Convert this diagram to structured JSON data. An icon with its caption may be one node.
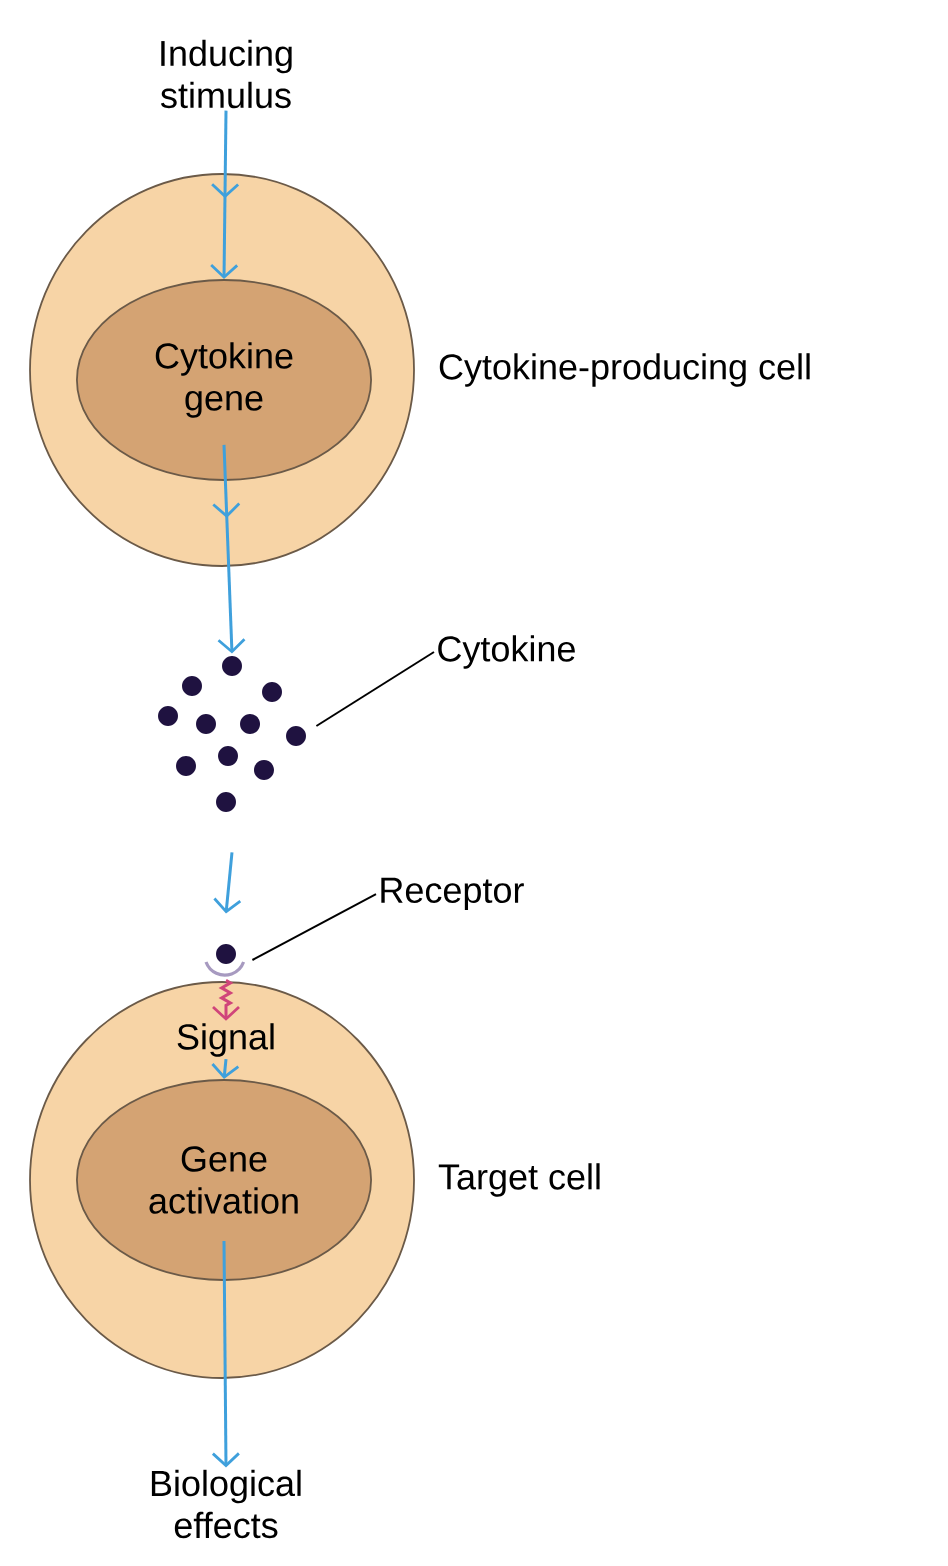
{
  "diagram": {
    "nodes": [
      {
        "text": [
          "Inducing stimulus"
        ]
      },
      {
        "text": [
          "Cytokine-producing cell"
        ]
      },
      {
        "text": [
          "Cytokine gene"
        ],
        "in": 1
      },
      {
        "text": [
          "Cytokine"
        ]
      },
      {
        "text": [],
        "shape": "dots"
      },
      {
        "text": [
          "Receptor"
        ]
      },
      {
        "text": [],
        "shape": "receptor"
      },
      {
        "text": [
          "Target cell"
        ]
      },
      {
        "text": [
          "Signal"
        ],
        "in": 7
      },
      {
        "text": [
          "Gene activation"
        ],
        "in": 7
      },
      {
        "text": [
          "Biological effects"
        ]
      }
    ],
    "edges": [
      {
        "from": 0,
        "to": 2,
        "arrow": "to"
      },
      {
        "from": 2,
        "to": 4,
        "arrow": "to"
      },
      {
        "from": 4,
        "to": 6,
        "arrow": "to"
      },
      {
        "from": 6,
        "to": 8,
        "arrow": "to",
        "color": "#d0457a"
      },
      {
        "from": 8,
        "to": 9,
        "arrow": "to"
      },
      {
        "from": 9,
        "to": 10,
        "arrow": "to"
      },
      {
        "from": 3,
        "to": 4,
        "arrow": "none",
        "color": "#000000"
      },
      {
        "from": 5,
        "to": 6,
        "arrow": "none",
        "color": "#000000"
      }
    ]
  }
}
